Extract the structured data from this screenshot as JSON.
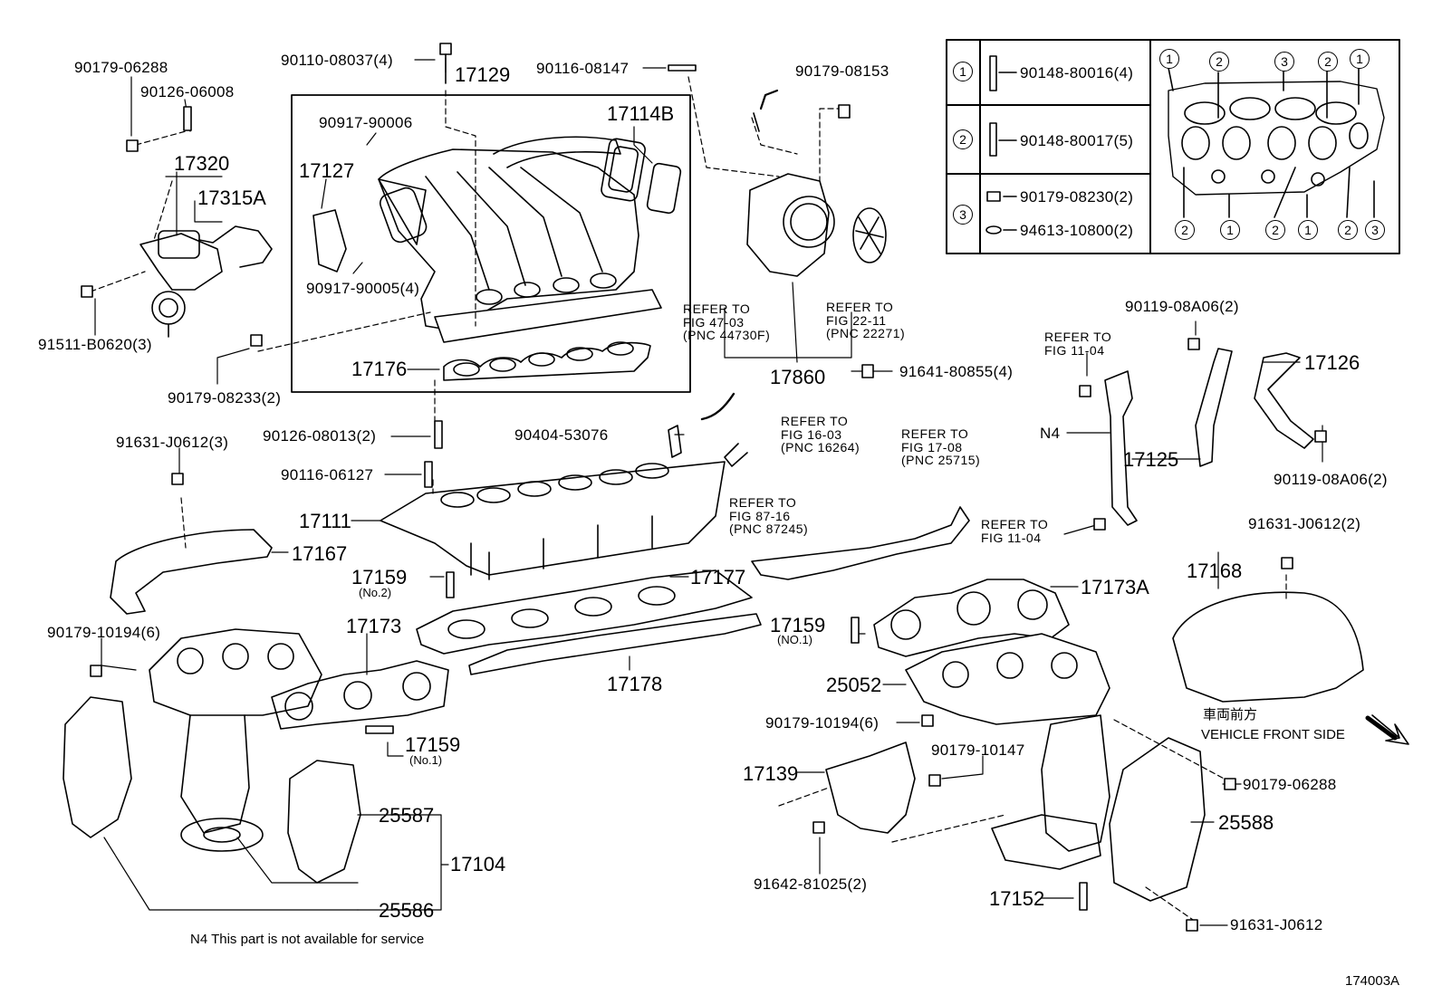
{
  "labels": {
    "p90179_06288_a": "90179-06288",
    "p90126_06008": "90126-06008",
    "p90110_08037": "90110-08037(4)",
    "p17129": "17129",
    "p90116_08147": "90116-08147",
    "p90179_08153": "90179-08153",
    "p17114B": "17114B",
    "p90917_90006": "90917-90006",
    "p17127": "17127",
    "p90917_90005": "90917-90005(4)",
    "p17320": "17320",
    "p17315A": "17315A",
    "p91511_B0620": "91511-B0620(3)",
    "p90179_08233": "90179-08233(2)",
    "p17176": "17176",
    "p17860": "17860",
    "p91641_80855": "91641-80855(4)",
    "p90119_08A06_a": "90119-08A06(2)",
    "p17126": "17126",
    "p17125": "17125",
    "p90119_08A06_b": "90119-08A06(2)",
    "pN4": "N4",
    "p91631_J0612_3": "91631-J0612(3)",
    "p90126_08013": "90126-08013(2)",
    "p90404_53076": "90404-53076",
    "p90116_06127": "90116-06127",
    "p17111": "17111",
    "p17167": "17167",
    "p17159_no2": "17159",
    "p17159_no2_sub": "(No.2)",
    "p17177": "17177",
    "p91631_J0612_2": "91631-J0612(2)",
    "p17168": "17168",
    "p17173A": "17173A",
    "p17159_no1b": "17159",
    "p17159_no1b_sub": "(NO.1)",
    "p90179_10194_6a": "90179-10194(6)",
    "p17173": "17173",
    "p17178": "17178",
    "p25052": "25052",
    "p90179_10194_6b": "90179-10194(6)",
    "p90179_10147": "90179-10147",
    "p17159_no1": "17159",
    "p17159_no1_sub": "(No.1)",
    "p17139": "17139",
    "p90179_06288_b": "90179-06288",
    "p25587": "25587",
    "p17104": "17104",
    "p25588": "25588",
    "p91642_81025": "91642-81025(2)",
    "p17152": "17152",
    "p25586": "25586",
    "p91631_J0612": "91631-J0612",
    "vehicle_jp": "車両前方",
    "vehicle_en": "VEHICLE FRONT SIDE",
    "note": "N4  This part is not available for service",
    "fig_code": "174003A"
  },
  "refs": {
    "r47_03": "REFER TO\nFIG 47-03\n(PNC 44730F)",
    "r22_11": "REFER TO\nFIG 22-11\n(PNC 22271)",
    "r11_04_top": "REFER TO\nFIG 11-04",
    "r16_03": "REFER TO\nFIG 16-03\n(PNC 16264)",
    "r17_08": "REFER TO\nFIG 17-08\n(PNC 25715)",
    "r87_16": "REFER TO\nFIG 87-16\n(PNC 87245)",
    "r11_04_bot": "REFER TO\nFIG 11-04"
  },
  "legend": {
    "rows": [
      {
        "num": "1",
        "part": "90148-80016(4)"
      },
      {
        "num": "2",
        "part": "90148-80017(5)"
      },
      {
        "num": "3",
        "part_a": "90179-08230(2)",
        "part_b": "94613-10800(2)"
      }
    ],
    "top_markers": [
      "1",
      "2",
      "3",
      "2",
      "1"
    ],
    "bottom_markers": [
      "2",
      "1",
      "2",
      "1",
      "2",
      "3"
    ]
  }
}
